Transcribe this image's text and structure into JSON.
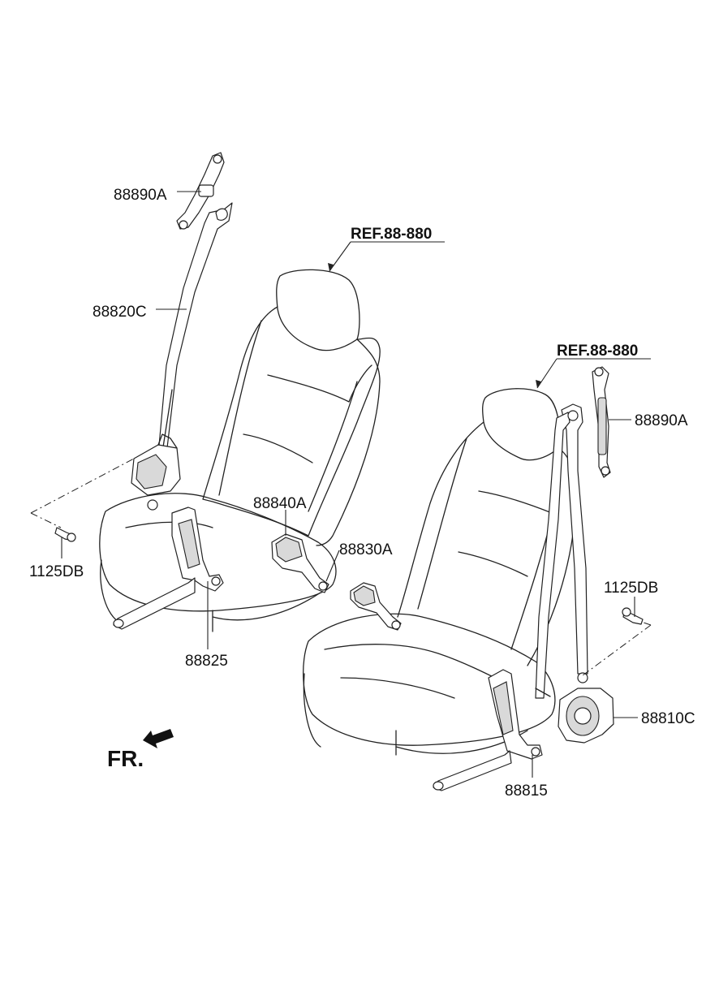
{
  "diagram": {
    "labels": {
      "ref_left": "REF.88-880",
      "ref_right": "REF.88-880",
      "p88890A_left": "88890A",
      "p88820C": "88820C",
      "p1125DB_left": "1125DB",
      "p88840A": "88840A",
      "p88830A": "88830A",
      "p88825": "88825",
      "p88890A_right": "88890A",
      "p1125DB_right": "1125DB",
      "p88810C": "88810C",
      "p88815": "88815",
      "front_indicator": "FR."
    }
  }
}
